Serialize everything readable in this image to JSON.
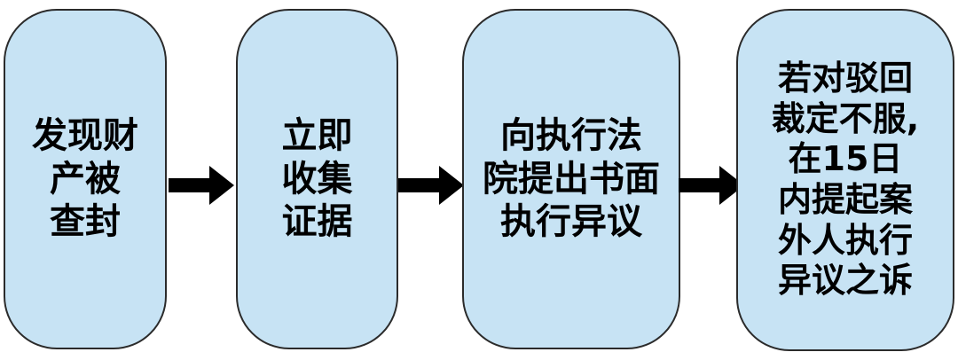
{
  "steps": [
    {
      "lines": [
        "发现财",
        "产被",
        "查封"
      ]
    },
    {
      "lines": [
        "立即",
        "收集",
        "证据"
      ]
    },
    {
      "lines": [
        "向执行法",
        "院提出书面",
        "执行异议"
      ]
    },
    {
      "lines": [
        "若对驳回",
        "裁定不服,",
        "在15日",
        "内提起案",
        "外人执行",
        "异议之诉"
      ]
    }
  ],
  "colors": {
    "box_fill": "#c7e3f4",
    "box_border": "#2b2b2b",
    "text": "#000000",
    "arrow": "#000000"
  },
  "arrow_icon": "arrow-right-icon"
}
